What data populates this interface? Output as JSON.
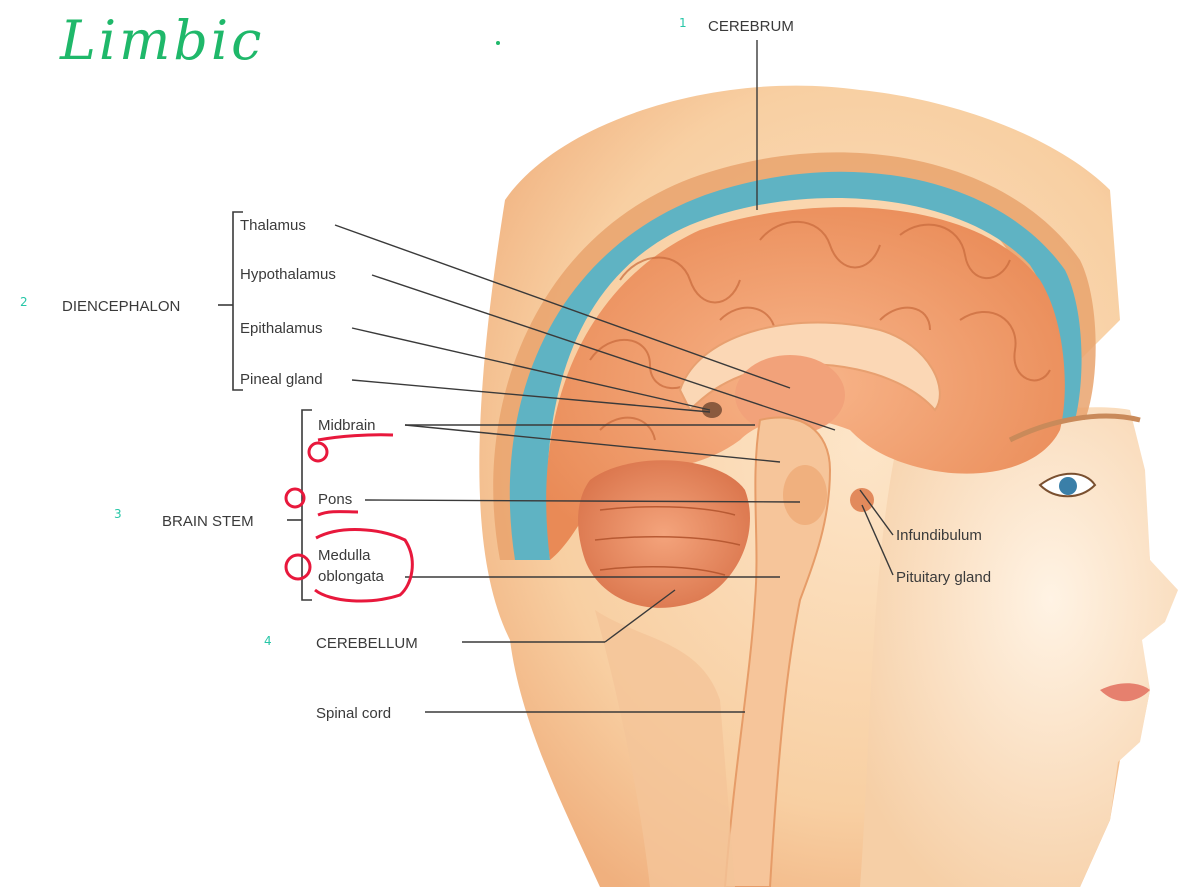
{
  "handwritten_title": "Limbic",
  "labels": {
    "cerebrum": "CEREBRUM",
    "diencephalon": "DIENCEPHALON",
    "thalamus": "Thalamus",
    "hypothalamus": "Hypothalamus",
    "epithalamus": "Epithalamus",
    "pineal_gland": "Pineal gland",
    "midbrain": "Midbrain",
    "pons": "Pons",
    "medulla_line1": "Medulla",
    "medulla_line2": "oblongata",
    "brain_stem": "BRAIN STEM",
    "infundibulum": "Infundibulum",
    "pituitary_gland": "Pituitary gland",
    "cerebellum": "CEREBELLUM",
    "spinal_cord": "Spinal cord"
  },
  "annotation_numbers": {
    "cerebrum": "1",
    "diencephalon": "2",
    "brain_stem": "3",
    "cerebellum": "4"
  },
  "colors": {
    "skin": "#f7c79a",
    "skin_light": "#fde7cf",
    "cortex": "#f19a6a",
    "cortex_dark": "#d8703f",
    "csf_blue": "#5fb3c3",
    "handwriting_green": "#1fb86a",
    "annotation_teal": "#27c6a7",
    "annotation_red": "#e8183c"
  }
}
